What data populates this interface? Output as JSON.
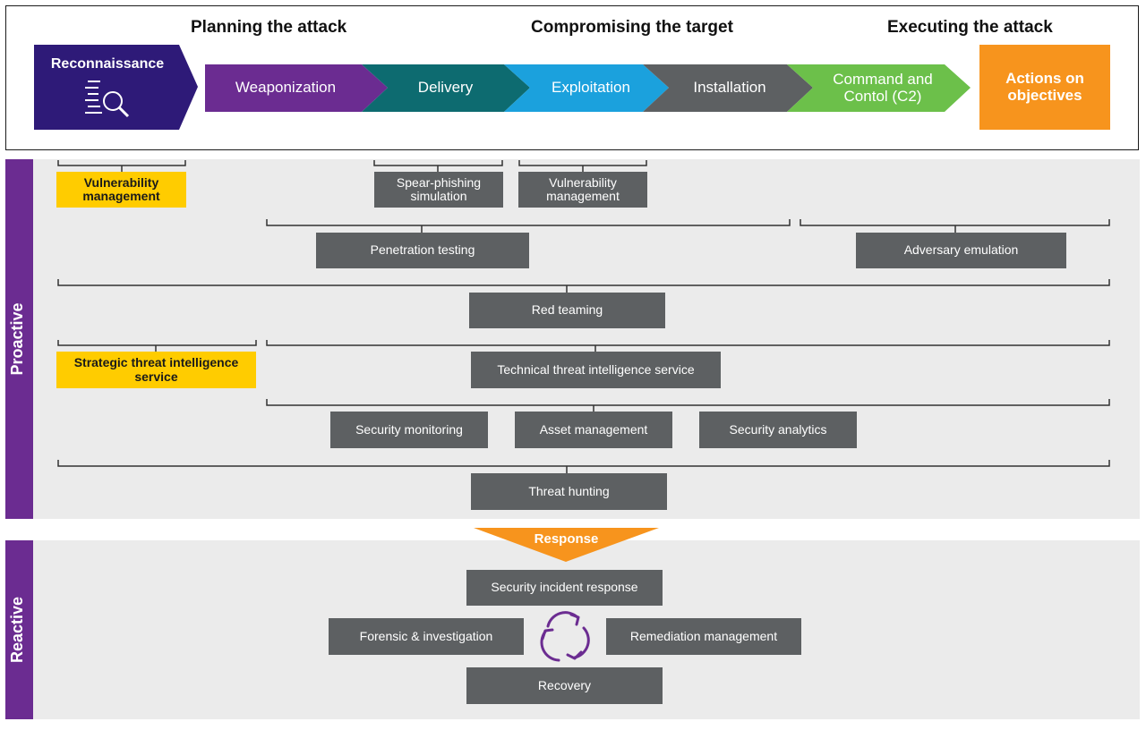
{
  "phases": {
    "planning": "Planning the attack",
    "compromising": "Compromising the target",
    "executing": "Executing the attack"
  },
  "kill_chain": {
    "reconnaissance": "Reconnaissance",
    "weaponization": "Weaponization",
    "delivery": "Delivery",
    "exploitation": "Exploitation",
    "installation": "Installation",
    "command_control": "Command and Contol (C2)",
    "actions": "Actions on objectives"
  },
  "colors": {
    "reconnaissance": "#2e1a78",
    "weaponization": "#6b2c91",
    "delivery": "#0d6b70",
    "exploitation": "#1ba1dd",
    "installation": "#5d6062",
    "command_control": "#6cc04a",
    "actions": "#f7941d",
    "response": "#f7941d"
  },
  "sections": {
    "proactive": "Proactive",
    "reactive": "Reactive"
  },
  "proactive_services": {
    "vuln_mgmt_left": "Vulnerability management",
    "spear_phishing": "Spear-phishing simulation",
    "vuln_mgmt_right": "Vulnerability management",
    "penetration_testing": "Penetration testing",
    "adversary_emulation": "Adversary emulation",
    "red_teaming": "Red teaming",
    "strategic_ti": "Strategic threat intelligence service",
    "technical_ti": "Technical threat intelligence service",
    "security_monitoring": "Security monitoring",
    "asset_management": "Asset management",
    "security_analytics": "Security analytics",
    "threat_hunting": "Threat hunting"
  },
  "response": {
    "label": "Response",
    "incident_response": "Security incident response",
    "forensic": "Forensic & investigation",
    "remediation": "Remediation management",
    "recovery": "Recovery",
    "cycle_icon": "refresh-cycle-icon"
  }
}
